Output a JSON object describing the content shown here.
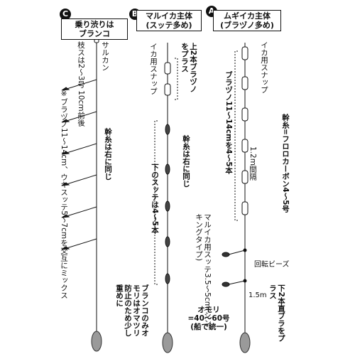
{
  "rigs": [
    {
      "badge": "C",
      "title_line1": "乗り渋りは",
      "title_line2": "ブランコ",
      "labels": {
        "branch_len": "枝スは2〜3号 10cm前後",
        "swivel": "サルカン",
        "main_line": "幹糸は右に同じ",
        "note": "※ブラヅノ11〜14cm、ウキスッテ5〜7cmを交互にミックス",
        "bottom_note": "ブランコのみオモリはオマツリ防止のため少し重めに"
      }
    },
    {
      "badge": "B",
      "title_line1": "マルイカ主体",
      "title_line2": "(スッテ多め)",
      "labels": {
        "snap": "イカ用スナップ",
        "upper": "上2本ブラヅノをプラス",
        "main_line": "幹糸は右に同じ",
        "lower": "下のスッテは4〜5本",
        "sutte": "マルイカ用スッテ3.5〜5cm(シンキングタイプ)"
      }
    },
    {
      "badge": "A",
      "title_line1": "ムギイカ主体",
      "title_line2": "(ブラヅノ多め)",
      "labels": {
        "snap": "イカ用スナップ",
        "buradzuno": "ブラヅノ11〜14cmを4〜5本",
        "spacing": "1.2m間隔",
        "main_line": "幹糸=フロロカーボン4〜5号",
        "swivel_beads": "回転ビーズ",
        "bottom_len": "1.5m",
        "bottom_plus": "下2本直ブラをプラス"
      }
    }
  ],
  "sinker": "オモリ=40〜60号(船で統一)",
  "colors": {
    "line": "#111111",
    "accent": "#c2185b",
    "sinker": "#9a9a9a"
  }
}
